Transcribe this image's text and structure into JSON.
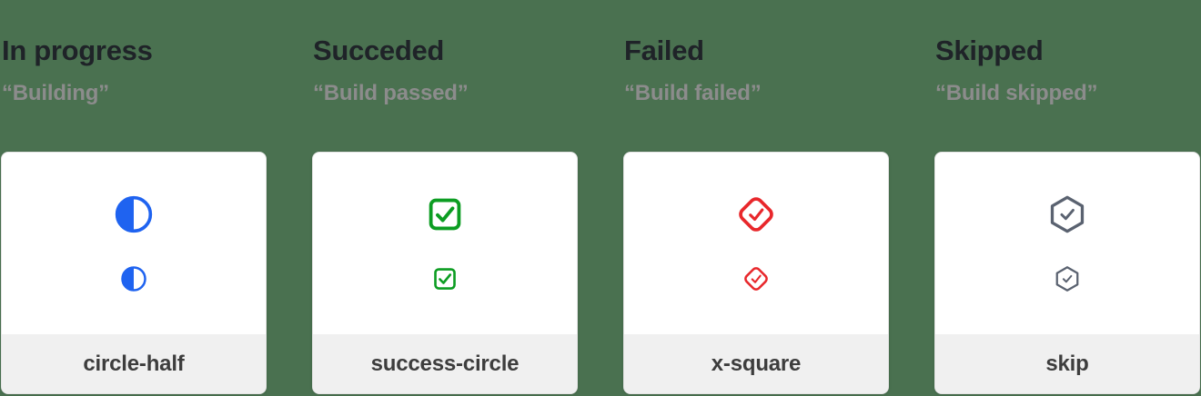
{
  "page": {
    "background_color": "#4a7150",
    "card_background": "#ffffff",
    "footer_background": "#f0f0f0"
  },
  "columns": [
    {
      "title": "In progress",
      "subtitle": "“Building”",
      "icon": "circle-half-icon",
      "color": "#1f63f0",
      "label": "circle-half"
    },
    {
      "title": "Succeded",
      "subtitle": "“Build passed”",
      "icon": "check-square-icon",
      "color": "#0c9d22",
      "label": "success-circle"
    },
    {
      "title": "Failed",
      "subtitle": "“Build failed”",
      "icon": "diamond-check-icon",
      "color": "#e8272b",
      "label": "x-square"
    },
    {
      "title": "Skipped",
      "subtitle": "“Build skipped”",
      "icon": "hexagon-check-icon",
      "color": "#5a6270",
      "label": "skip"
    }
  ]
}
